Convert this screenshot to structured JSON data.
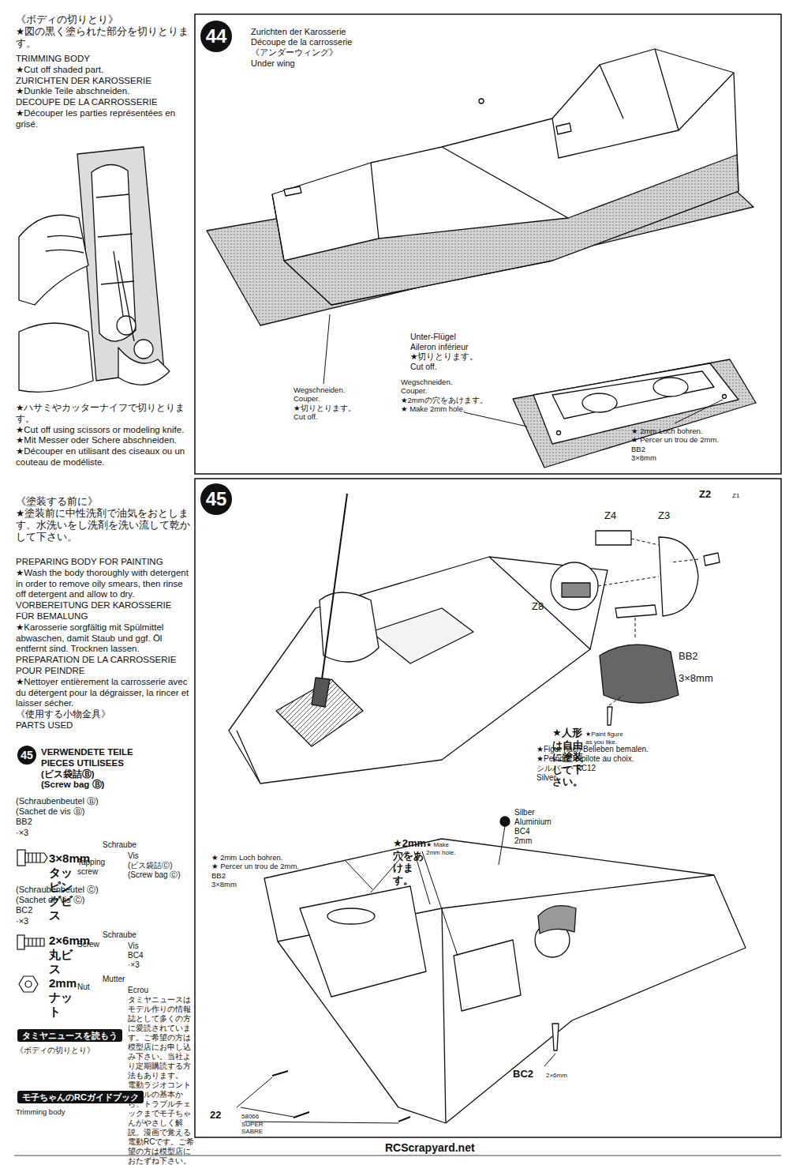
{
  "diagram": {
    "nodes": [
      {
        "text": [
          "45"
        ]
      },
      {
        "text": [
          "タミヤニュースを読もう"
        ]
      },
      {
        "text": [
          "モ子ちゃんのRCガイドブック"
        ]
      },
      {
        "text": [
          "44"
        ]
      },
      {
        "text": [
          "45"
        ]
      }
    ],
    "labels": [
      "《ボディの切りとり》",
      "★図の黒く塗られた部分を切りとります。",
      "TRIMMING BODY",
      "★Cut off shaded part.",
      "ZURICHTEN DER KAROSSERIE",
      "★Dunkle Teile abschneiden.",
      "DECOUPE DE LA CARROSSERIE",
      "★Découper les parties représentées en grisé.",
      "★ハサミやカッターナイフで切りとります。",
      "★Cut off using scissors or modeling knife.",
      "★Mit Messer oder Schere abschneiden.",
      "★Découper en utilisant des ciseaux ou un couteau de modéliste.",
      "《塗装する前に》",
      "★塗装前に中性洗剤で油気をおとします。水洗いをし洗剤を洗い流して乾かして下さい。",
      "PREPARING BODY FOR PAINTING",
      "★Wash the body thoroughly with detergent in order to remove oily smears, then rinse off detergent and allow to dry.",
      "VORBEREITUNG DER KAROSSERIE FÜR BEMALUNG",
      "★Karosserie sorgfältig mit Spülmittel abwaschen, damit Staub und ggf. Öl entfernt sind. Trocknen lassen.",
      "PREPARATION DE LA CARROSSERIE POUR PEINDRE",
      "★Nettoyer entièrement la carrosserie avec du détergent pour la dégraisser, la rincer et laisser sécher.",
      "《使用する小物金具》",
      "PARTS USED",
      "VERWENDETE TEILE",
      "PIECES UTILISEES",
      "(ビス袋詰Ⓑ)",
      "(Screw bag Ⓑ)",
      "(Schraubenbeutel Ⓑ)",
      "(Sachet de vis Ⓑ)",
      "BB2",
      "·×3",
      "3×8mmタッピングビス",
      "Tapping screw",
      "Schraube",
      "Vis",
      "(ビス袋詰Ⓒ)",
      "(Screw bag Ⓒ)",
      "(Schraubenbeutel Ⓒ)",
      "(Sachet de vis Ⓒ)",
      "BC2",
      "·×3",
      "2×6mm丸ビス",
      "Screw",
      "Schraube",
      "Vis",
      "BC4",
      "·×3",
      "2mmナット",
      "Nut",
      "Mutter",
      "Ecrou",
      "タミヤニュースはモデル作りの情報誌として多くの方に愛読されています。ご希望の方は模型店にお申し込み下さい。当社より定期購読する方法もあります。",
      "電動ラジオコントロールの基本から、トラブルチェックまでモ子ちゃんがやさしく解説。漫画で覚える電動RCです。ご希望の方は模型店におたずね下さい。",
      "《ボディの切りとり》",
      "Trimming body",
      "Zurichten der Karosserie",
      "Découpe de la carrosserie",
      "《アンダーウィング》",
      "Under wing",
      "Unter-Flügel",
      "Aileron inférieur",
      "★切りとります。",
      "Cut off.",
      "Wegschneiden.",
      "Couper.",
      "★切りとります。",
      "Cut off.",
      "Wegschneiden.",
      "Couper.",
      "★2mmの穴をあけます。",
      "★ Make 2mm hole.",
      "★ 2mm Loch bohren.",
      "★ Percer un trou de 2mm.",
      "BB2",
      "3×8mm",
      "Z2",
      "Z1",
      "Z4",
      "Z3",
      "Z8",
      "BB2",
      "3×8mm",
      "★人形は自由に塗装して下さい。",
      "★Paint figure as you like.",
      "★Figur nach Belieben bemalen.",
      "★Peindre le pilote au choix.",
      "シルバー・PC12",
      "Silver",
      "Silber",
      "Aluminium",
      "BC4",
      "2mm",
      "★2mm穴をあけます。",
      "★ Make 2mm hole.",
      "★ 2mm Loch bohren.",
      "★ Percer un trou de 2mm.",
      "BB2",
      "3×8mm",
      "BC2",
      "2×6mm",
      "22",
      "58066 SUPER SABRE",
      "RCScrapyard.net"
    ]
  }
}
